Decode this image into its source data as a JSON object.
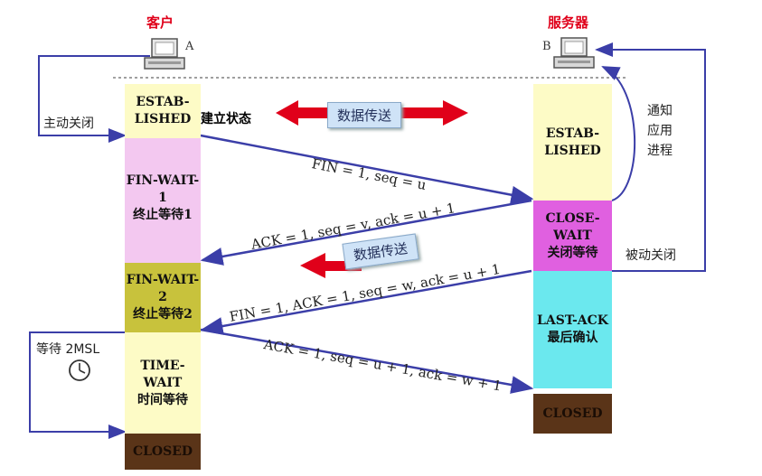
{
  "client": {
    "title": "客户",
    "letter": "A"
  },
  "server": {
    "title": "服务器",
    "letter": "B"
  },
  "client_states": {
    "established": [
      "ESTAB-",
      "LISHED"
    ],
    "established_cn": "建立状态",
    "fin_wait_1": [
      "FIN-WAIT-1",
      "终止等待1"
    ],
    "fin_wait_2": [
      "FIN-WAIT-2",
      "终止等待2"
    ],
    "time_wait": [
      "TIME-WAIT",
      "时间等待"
    ],
    "closed": "CLOSED"
  },
  "server_states": {
    "established": [
      "ESTAB-",
      "LISHED"
    ],
    "close_wait": [
      "CLOSE-WAIT",
      "关闭等待"
    ],
    "last_ack": [
      "LAST-ACK",
      "最后确认"
    ],
    "closed": "CLOSED"
  },
  "messages": {
    "m1": "FIN = 1, seq = u",
    "m2": "ACK = 1, seq = v, ack = u + 1",
    "m3": "FIN = 1, ACK = 1, seq = w, ack = u + 1",
    "m4": "ACK = 1, seq = u + 1, ack = w + 1"
  },
  "labels": {
    "data_transfer_1": "数据传送",
    "data_transfer_2": "数据传送",
    "active_close": "主动关闭",
    "notify_app": [
      "通知",
      "应用",
      "进程"
    ],
    "passive_close": "被动关闭",
    "wait_2msl": "等待 2MSL"
  },
  "colors": {
    "established": "#fdfbc6",
    "fin_wait_1": "#f3c8f0",
    "fin_wait_2": "#c8c23c",
    "time_wait": "#fdfbc6",
    "closed": "#5a3418",
    "close_wait": "#e060e0",
    "last_ack": "#6be8ee",
    "arrow": "#3b3ea8",
    "red": "#e0001a"
  }
}
